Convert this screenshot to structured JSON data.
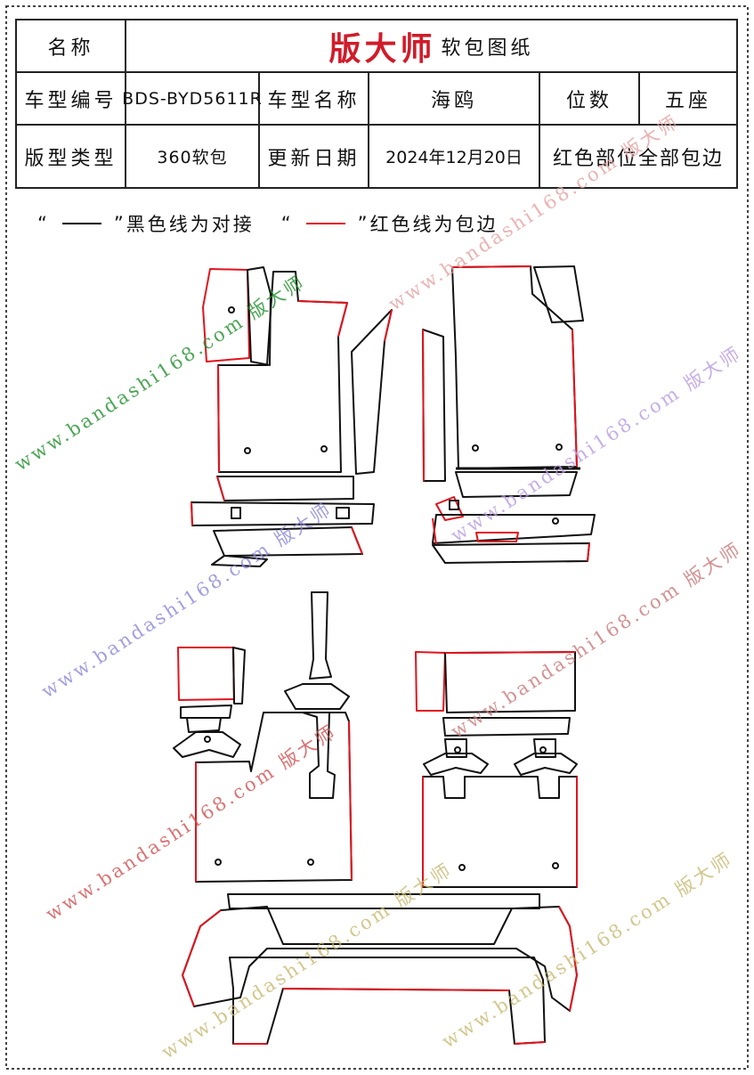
{
  "header": {
    "name_label": "名称",
    "brand": "版大师",
    "doc_type": "软包图纸",
    "model_code_label": "车型编号",
    "model_code": "BDS-BYD5611R",
    "model_name_label": "车型名称",
    "model_name": "海鸥",
    "seats_label": "位数",
    "seats": "五座",
    "pattern_type_label": "版型类型",
    "pattern_type": "360软包",
    "update_date_label": "更新日期",
    "update_date": "2024年12月20日",
    "note": "红色部位全部包边"
  },
  "legend": {
    "open_quote": "“",
    "close_quote": "”",
    "black_text": "黑色线为对接",
    "red_text": "红色线为包边",
    "black_color": "#000000",
    "red_color": "#e0141e"
  },
  "watermark": {
    "site": "www.bandashi168.com",
    "brand": "版大师"
  }
}
